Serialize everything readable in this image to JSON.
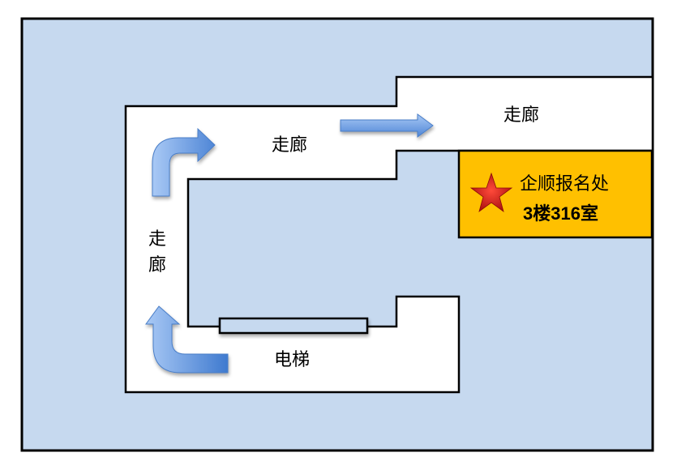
{
  "map": {
    "type": "floor-plan",
    "colors": {
      "background": "#C6D9EF",
      "corridor": "#FFFFFF",
      "destination": "#FFC000",
      "outline": "#000000",
      "arrow": "#6EA0E6",
      "star": "#D81F1F"
    },
    "labels": {
      "corridor_top": "走廊",
      "corridor_right": "走廊",
      "corridor_left": "走廊",
      "elevator": "电梯"
    },
    "destination": {
      "name": "企顺报名处",
      "room": "3楼316室",
      "marker_icon": "star-icon"
    },
    "route": [
      {
        "icon": "arrow-up-from-bottom-icon",
        "direction": "left-then-up"
      },
      {
        "icon": "arrow-up-turn-right-icon",
        "direction": "up-then-right"
      },
      {
        "icon": "arrow-right-icon",
        "direction": "right"
      }
    ]
  }
}
